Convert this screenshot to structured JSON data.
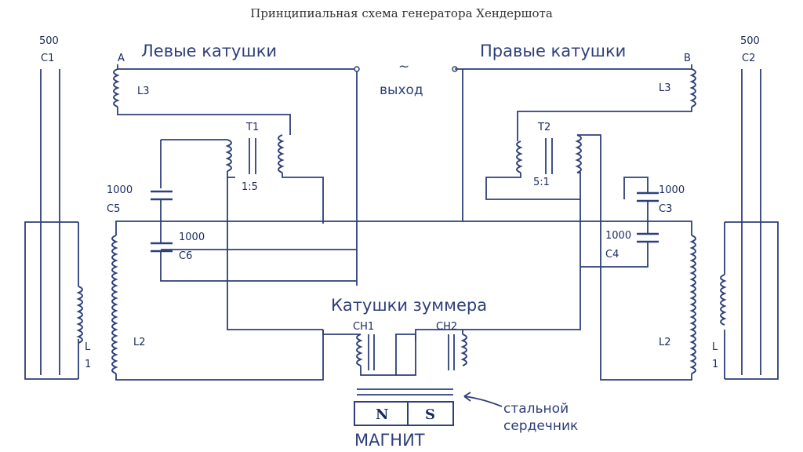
{
  "title": "Принципиальная схема генератора Хендершота",
  "headings": {
    "left_coils": "Левые катушки",
    "right_coils": "Правые катушки",
    "output": "выход",
    "output_symbol": "~",
    "buzzer_coils": "Катушки зуммера",
    "steel_core_line1": "стальной",
    "steel_core_line2": "сердечник",
    "magnet": "МАГНИТ"
  },
  "labels": {
    "a": "A",
    "b": "B",
    "c1_value": "500",
    "c1_name": "C1",
    "c2_value": "500",
    "c2_name": "C2",
    "l3_left": "L3",
    "l3_right": "L3",
    "t1": "T1",
    "t1_ratio": "1:5",
    "t2": "T2",
    "t2_ratio": "5:1",
    "c5_value": "1000",
    "c5_name": "C5",
    "c6_value": "1000",
    "c6_name": "C6",
    "c3_value": "1000",
    "c3_name": "C3",
    "c4_value": "1000",
    "c4_name": "C4",
    "l2_left": "L2",
    "l2_right": "L2",
    "l1_left_a": "L",
    "l1_left_b": "1",
    "l1_right_a": "L",
    "l1_right_b": "1",
    "ch1": "CH1",
    "ch2": "CH2",
    "magnet_n": "N",
    "magnet_s": "S"
  },
  "colors": {
    "ink": "#2e3f7a",
    "text": "#1b2a5e",
    "title": "#333333",
    "background": "#ffffff"
  }
}
